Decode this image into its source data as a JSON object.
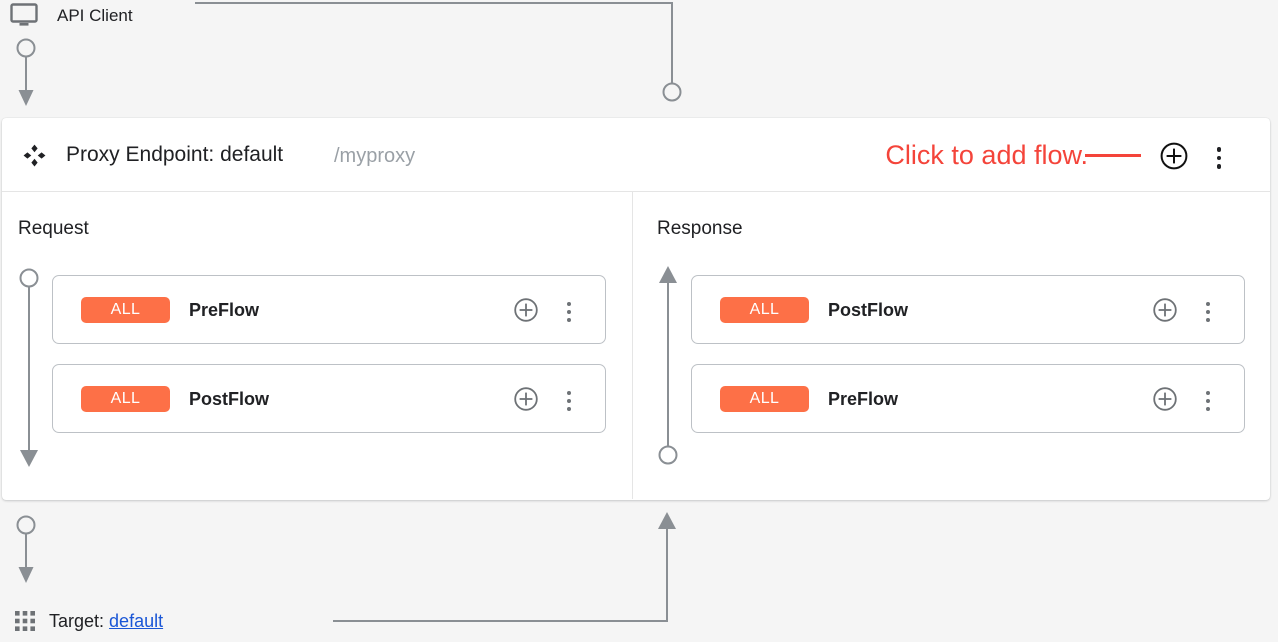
{
  "canvas": {
    "background_color": "#f5f5f5"
  },
  "client": {
    "icon": "monitor-icon",
    "label": "API Client"
  },
  "proxy_endpoint": {
    "drag_icon": "move-arrows-icon",
    "title": "Proxy Endpoint: default",
    "base_path": "/myproxy",
    "add_flow_icon": "plus-circle-icon",
    "more_menu_icon": "three-dot-menu-icon",
    "annotation": {
      "text": "Click to add flow.",
      "color": "#f4443a",
      "pointer": "leader-line-to-add-button"
    }
  },
  "columns": [
    {
      "id": "request",
      "title": "Request",
      "direction": "down",
      "rail": {
        "start_marker": "circle",
        "end_marker": "arrow-down"
      },
      "flows": [
        {
          "badge": "ALL",
          "badge_color": "#fd7047",
          "name": "PreFlow",
          "add_icon": "plus-circle-icon",
          "menu_icon": "three-dot-menu-icon"
        },
        {
          "badge": "ALL",
          "badge_color": "#fd7047",
          "name": "PostFlow",
          "add_icon": "plus-circle-icon",
          "menu_icon": "three-dot-menu-icon"
        }
      ]
    },
    {
      "id": "response",
      "title": "Response",
      "direction": "up",
      "rail": {
        "start_marker": "arrow-up",
        "end_marker": "circle"
      },
      "flows": [
        {
          "badge": "ALL",
          "badge_color": "#fd7047",
          "name": "PostFlow",
          "add_icon": "plus-circle-icon",
          "menu_icon": "three-dot-menu-icon"
        },
        {
          "badge": "ALL",
          "badge_color": "#fd7047",
          "name": "PreFlow",
          "add_icon": "plus-circle-icon",
          "menu_icon": "three-dot-menu-icon"
        }
      ]
    }
  ],
  "target": {
    "icon": "grid-dots-icon",
    "label": "Target:",
    "link_text": "default",
    "link_color": "#1a56d6"
  }
}
